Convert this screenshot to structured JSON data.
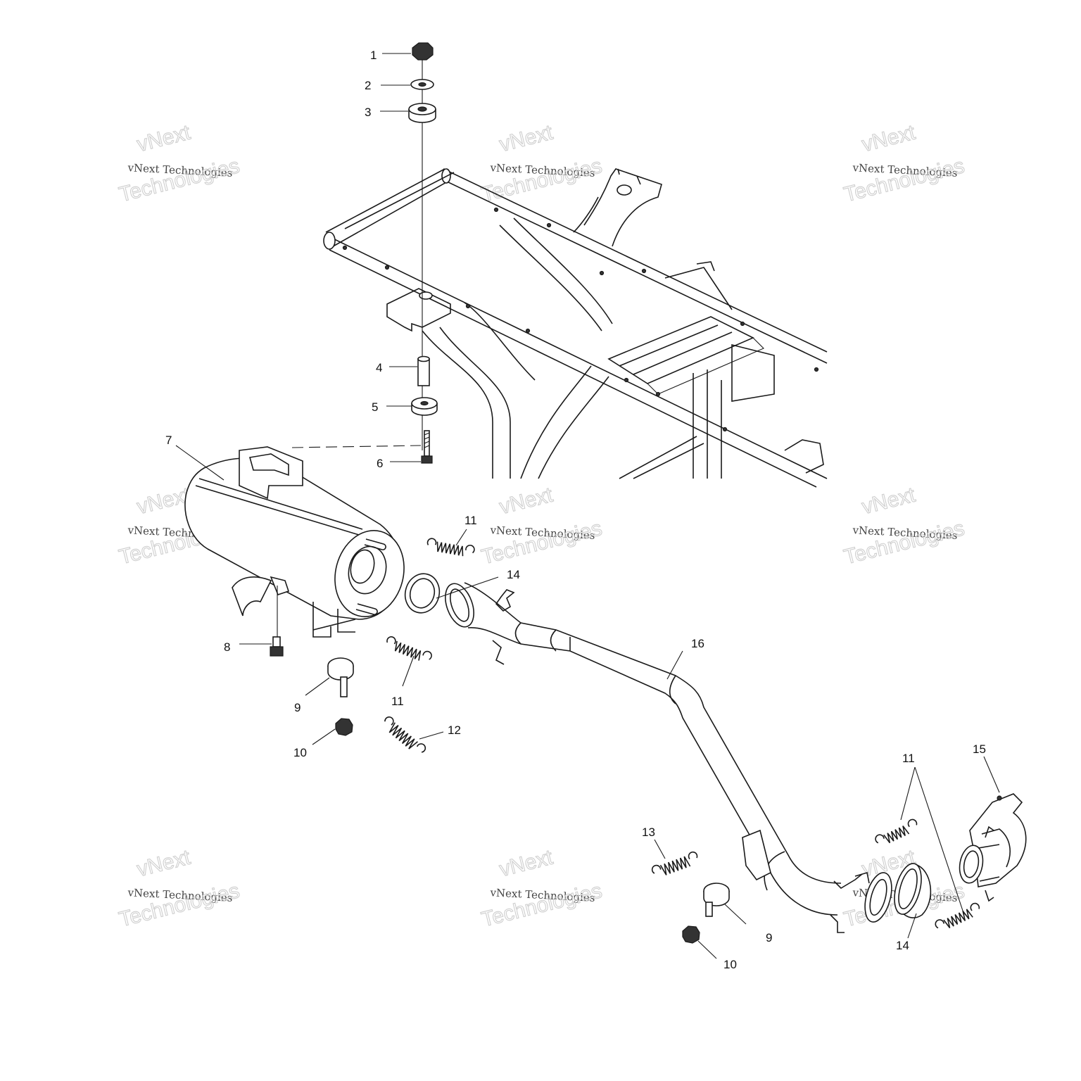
{
  "callouts": [
    "1",
    "2",
    "3",
    "4",
    "5",
    "6",
    "7",
    "8",
    "9",
    "10",
    "11",
    "12",
    "13",
    "14",
    "15",
    "16"
  ],
  "callouts_bottom": {
    "l11_right": "11",
    "l15": "15",
    "l13": "13",
    "l9_b": "9",
    "l10_b": "10",
    "l14_b": "14"
  },
  "watermark": {
    "line1": "vNext",
    "line2": "vNext Technologies",
    "line3": "Technologies"
  },
  "colors": {
    "ink": "#1a1a1a",
    "watermark": "#cfcfcf"
  }
}
